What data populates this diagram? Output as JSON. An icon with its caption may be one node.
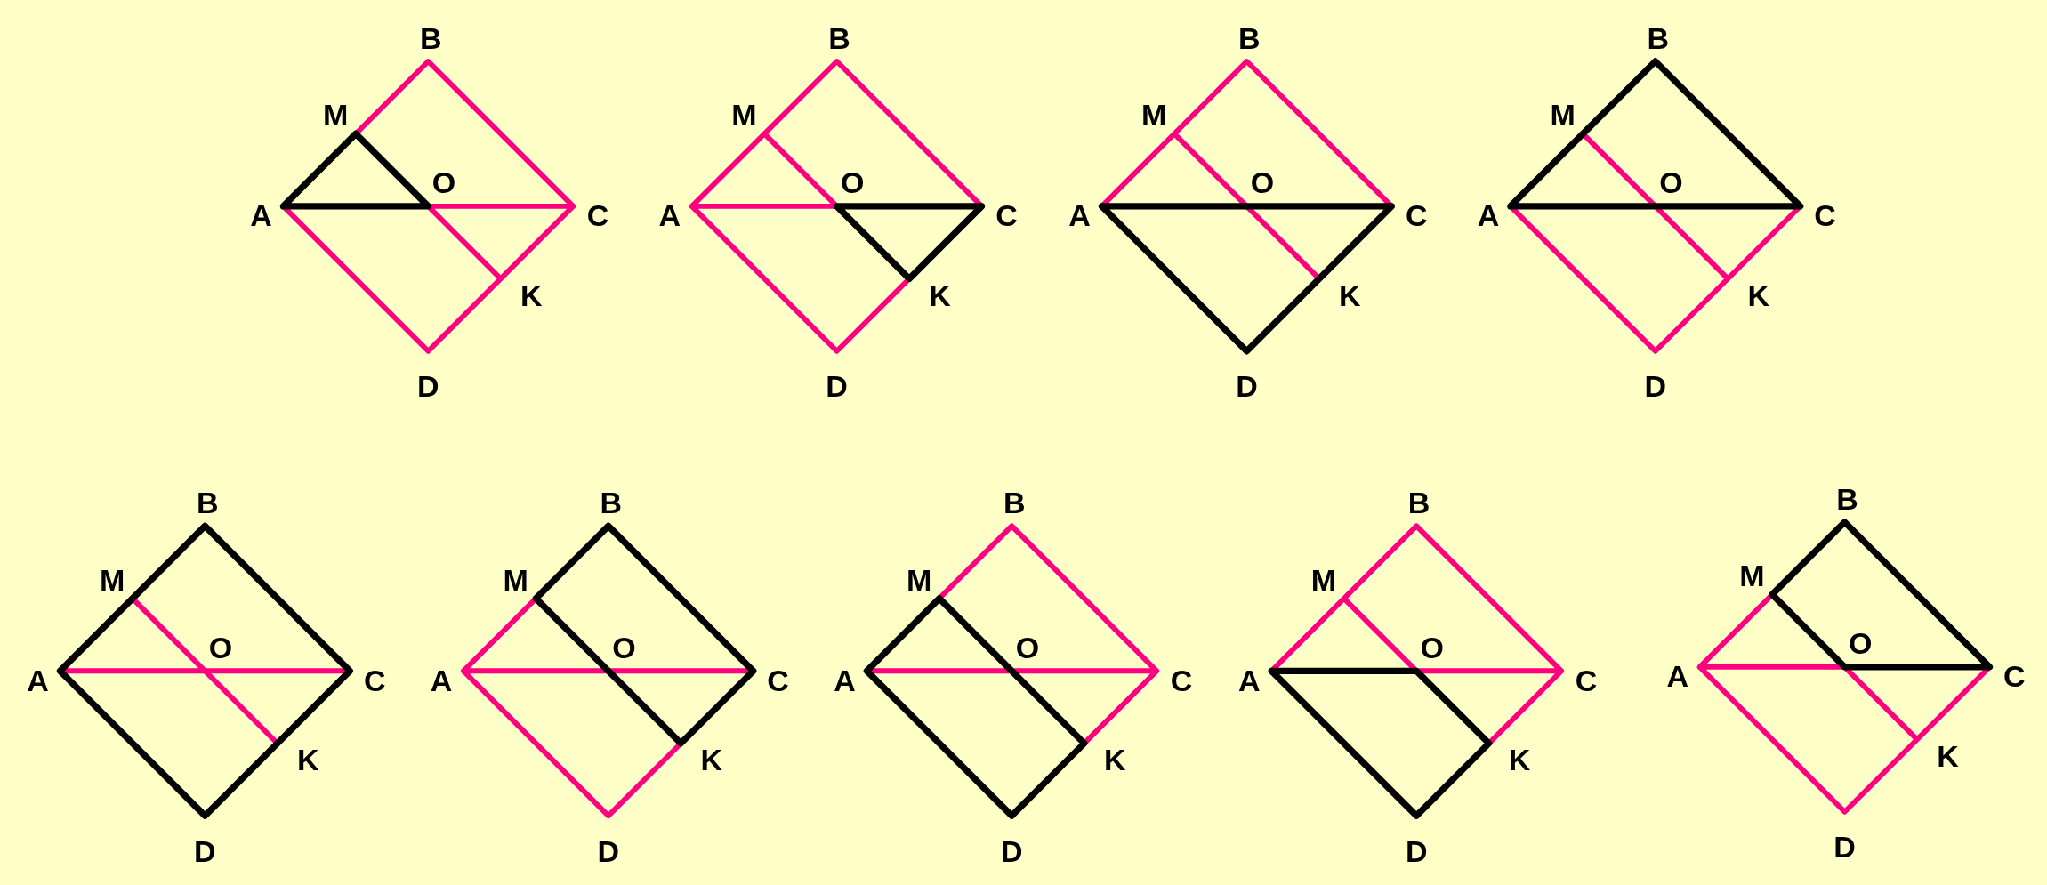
{
  "diagram": {
    "labels": [
      "B",
      "M",
      "A",
      "O",
      "C",
      "K",
      "D",
      "B",
      "M",
      "A",
      "O",
      "C",
      "K",
      "D",
      "B",
      "M",
      "A",
      "O",
      "C",
      "K",
      "D",
      "B",
      "M",
      "A",
      "O",
      "C",
      "K",
      "D",
      "B",
      "M",
      "A",
      "O",
      "C",
      "K",
      "D",
      "B",
      "M",
      "A",
      "O",
      "C",
      "K",
      "D",
      "B",
      "M",
      "A",
      "O",
      "C",
      "K",
      "D",
      "B",
      "M",
      "A",
      "O",
      "C",
      "K",
      "D",
      "B",
      "M",
      "A",
      "O",
      "C",
      "K",
      "D"
    ]
  }
}
